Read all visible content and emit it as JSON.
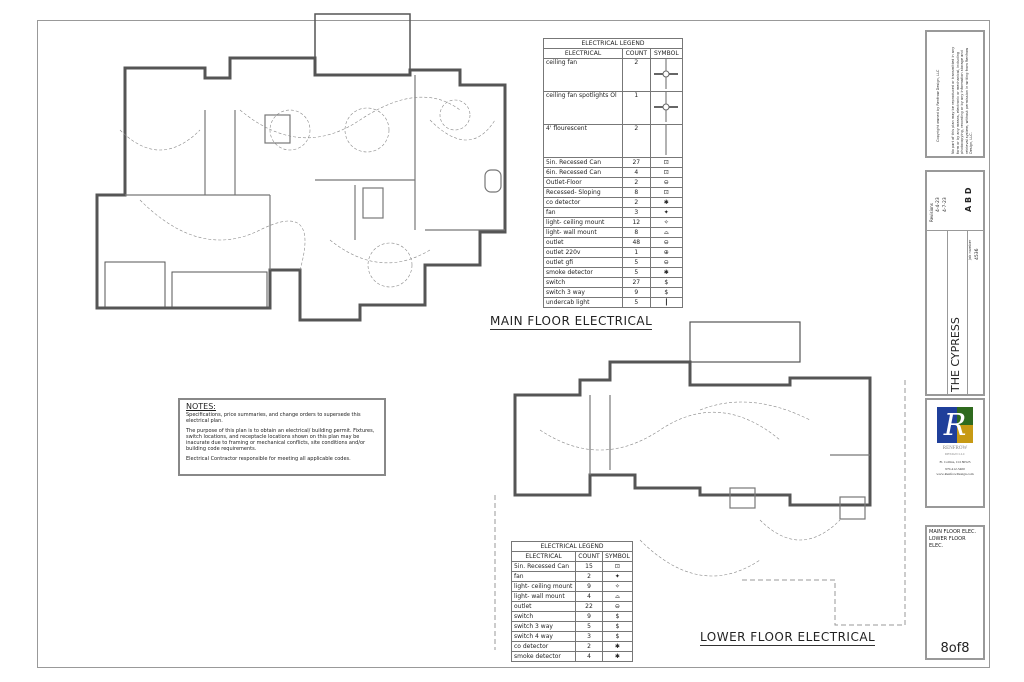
{
  "main_plan": {
    "label": "MAIN FLOOR ELECTRICAL"
  },
  "lower_plan": {
    "label": "LOWER FLOOR ELECTRICAL"
  },
  "main_legend": {
    "title": "ELECTRICAL LEGEND",
    "headers": [
      "ELECTRICAL",
      "COUNT",
      "SYMBOL"
    ],
    "rows": [
      {
        "item": "ceiling fan",
        "count": "2",
        "symbol": "ceiling-fan-icon"
      },
      {
        "item": "ceiling fan spotlights Ol",
        "count": "1",
        "symbol": "ceiling-fan-spotlight-icon"
      },
      {
        "item": "4' flourescent",
        "count": "2",
        "symbol": "fluorescent-icon"
      },
      {
        "item": "5in. Recessed Can",
        "count": "27",
        "symbol": "⊡"
      },
      {
        "item": "6in. Recessed Can",
        "count": "4",
        "symbol": "⊡"
      },
      {
        "item": "Outlet-Floor",
        "count": "2",
        "symbol": "⊖"
      },
      {
        "item": "Recessed- Sloping",
        "count": "8",
        "symbol": "⊡"
      },
      {
        "item": "co detector",
        "count": "2",
        "symbol": "✱"
      },
      {
        "item": "fan",
        "count": "3",
        "symbol": "✦"
      },
      {
        "item": "light- ceiling mount",
        "count": "12",
        "symbol": "✧"
      },
      {
        "item": "light- wall mount",
        "count": "8",
        "symbol": "⌓"
      },
      {
        "item": "outlet",
        "count": "48",
        "symbol": "⊖"
      },
      {
        "item": "outlet 220v",
        "count": "1",
        "symbol": "⊕"
      },
      {
        "item": "outlet gfi",
        "count": "5",
        "symbol": "⊖"
      },
      {
        "item": "smoke detector",
        "count": "5",
        "symbol": "✱"
      },
      {
        "item": "switch",
        "count": "27",
        "symbol": "$"
      },
      {
        "item": "switch 3 way",
        "count": "9",
        "symbol": "$"
      },
      {
        "item": "undercab light",
        "count": "5",
        "symbol": "┃"
      }
    ]
  },
  "lower_legend": {
    "title": "ELECTRICAL LEGEND",
    "headers": [
      "ELECTRICAL",
      "COUNT",
      "SYMBOL"
    ],
    "rows": [
      {
        "item": "5in. Recessed Can",
        "count": "15",
        "symbol": "⊡"
      },
      {
        "item": "fan",
        "count": "2",
        "symbol": "✦"
      },
      {
        "item": "light- ceiling mount",
        "count": "9",
        "symbol": "✧"
      },
      {
        "item": "light- wall mount",
        "count": "4",
        "symbol": "⌓"
      },
      {
        "item": "outlet",
        "count": "22",
        "symbol": "⊖"
      },
      {
        "item": "switch",
        "count": "9",
        "symbol": "$"
      },
      {
        "item": "switch 3 way",
        "count": "5",
        "symbol": "$"
      },
      {
        "item": "switch 4 way",
        "count": "3",
        "symbol": "$"
      },
      {
        "item": "co detector",
        "count": "2",
        "symbol": "✱"
      },
      {
        "item": "smoke detector",
        "count": "4",
        "symbol": "✱"
      }
    ]
  },
  "notes": {
    "title": "NOTES:",
    "paragraphs": [
      "Specifications, price summaries, and change orders to supersede this electrical plan.",
      "The purpose of this plan is to obtain an electrical/ building permit. Fixtures, switch locations, and receptacle locations shown on this plan may be inacurate due to framing or mechanical conflicts, site conditions and/or building code requirements.",
      "Electrical Contractor responsible for meeting all applicable codes."
    ]
  },
  "title_block": {
    "copyright_1": "No part of this plan may be reproduced or transmitted in any form or by any means, electronic or mechanical, including photocopying, recording or by any information storage and retrieval system, without permission in writing from Renfrow Design, LLC.",
    "copyright_2": "Copyright owned by Renfrow Design, LLC",
    "revisions_label": "Revisions",
    "revisions": [
      "4-4-23",
      "4-7-23"
    ],
    "sheet_marks": "A B D",
    "job_label": "Job number",
    "job_number": "4536",
    "project_title": "THE CYPRESS",
    "company_name": "RENFROW",
    "company_sub": "DESIGN LLC",
    "company_city": "Ft. Collins, CO 80525",
    "company_phone": "970-412-5400",
    "company_web": "www.RenfrowDesign.com",
    "sheet_contents": [
      "MAIN FLOOR ELEC.",
      "LOWER FLOOR ELEC."
    ],
    "sheet_number": "8of8",
    "logo_colors": {
      "blue": "#1f3f9a",
      "green": "#2f6a1e",
      "gold": "#c79a14"
    }
  }
}
